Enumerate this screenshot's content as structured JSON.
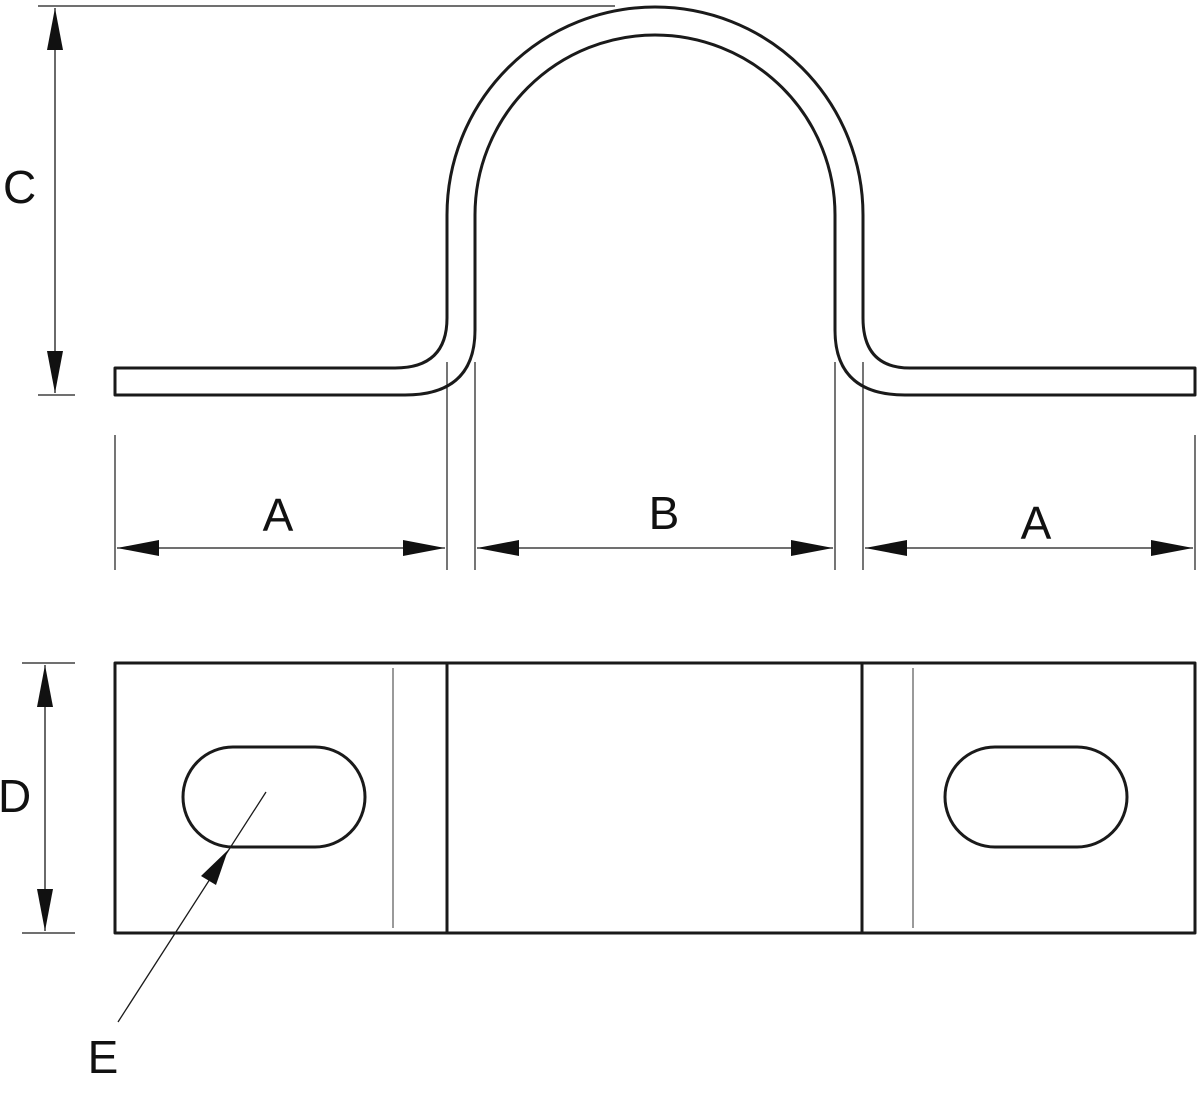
{
  "dimensions": {
    "a_left": "A",
    "b": "B",
    "a_right": "A",
    "c": "C",
    "d": "D",
    "e": "E"
  }
}
